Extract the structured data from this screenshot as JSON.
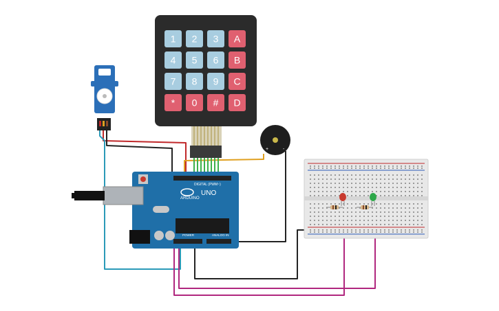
{
  "keypad": {
    "keys": [
      "1",
      "2",
      "3",
      "A",
      "4",
      "5",
      "6",
      "B",
      "7",
      "8",
      "9",
      "C",
      "*",
      "0",
      "#",
      "D"
    ],
    "colors": {
      "body": "#2b2b2b",
      "number_key": "#a8cde0",
      "letter_key": "#e06070",
      "key_text": "#ffffff"
    }
  },
  "arduino": {
    "brand_text": "UNO",
    "logo_text": "ARDUINO",
    "digital_label": "DIGITAL (PWM~)",
    "power_label": "POWER",
    "analog_label": "ANALOG IN",
    "colors": {
      "board": "#1f6fa8",
      "header": "#222222"
    }
  },
  "buzzer": {
    "plus": "+",
    "minus": "-"
  },
  "leds": [
    {
      "color": "#c83a2e"
    },
    {
      "color": "#2ea84a"
    }
  ],
  "wire_colors": {
    "red": "#c0282a",
    "black": "#222222",
    "cyan": "#2a9ab8",
    "magenta": "#b0267e",
    "orange": "#e0a020",
    "green": "#3cb04a"
  }
}
